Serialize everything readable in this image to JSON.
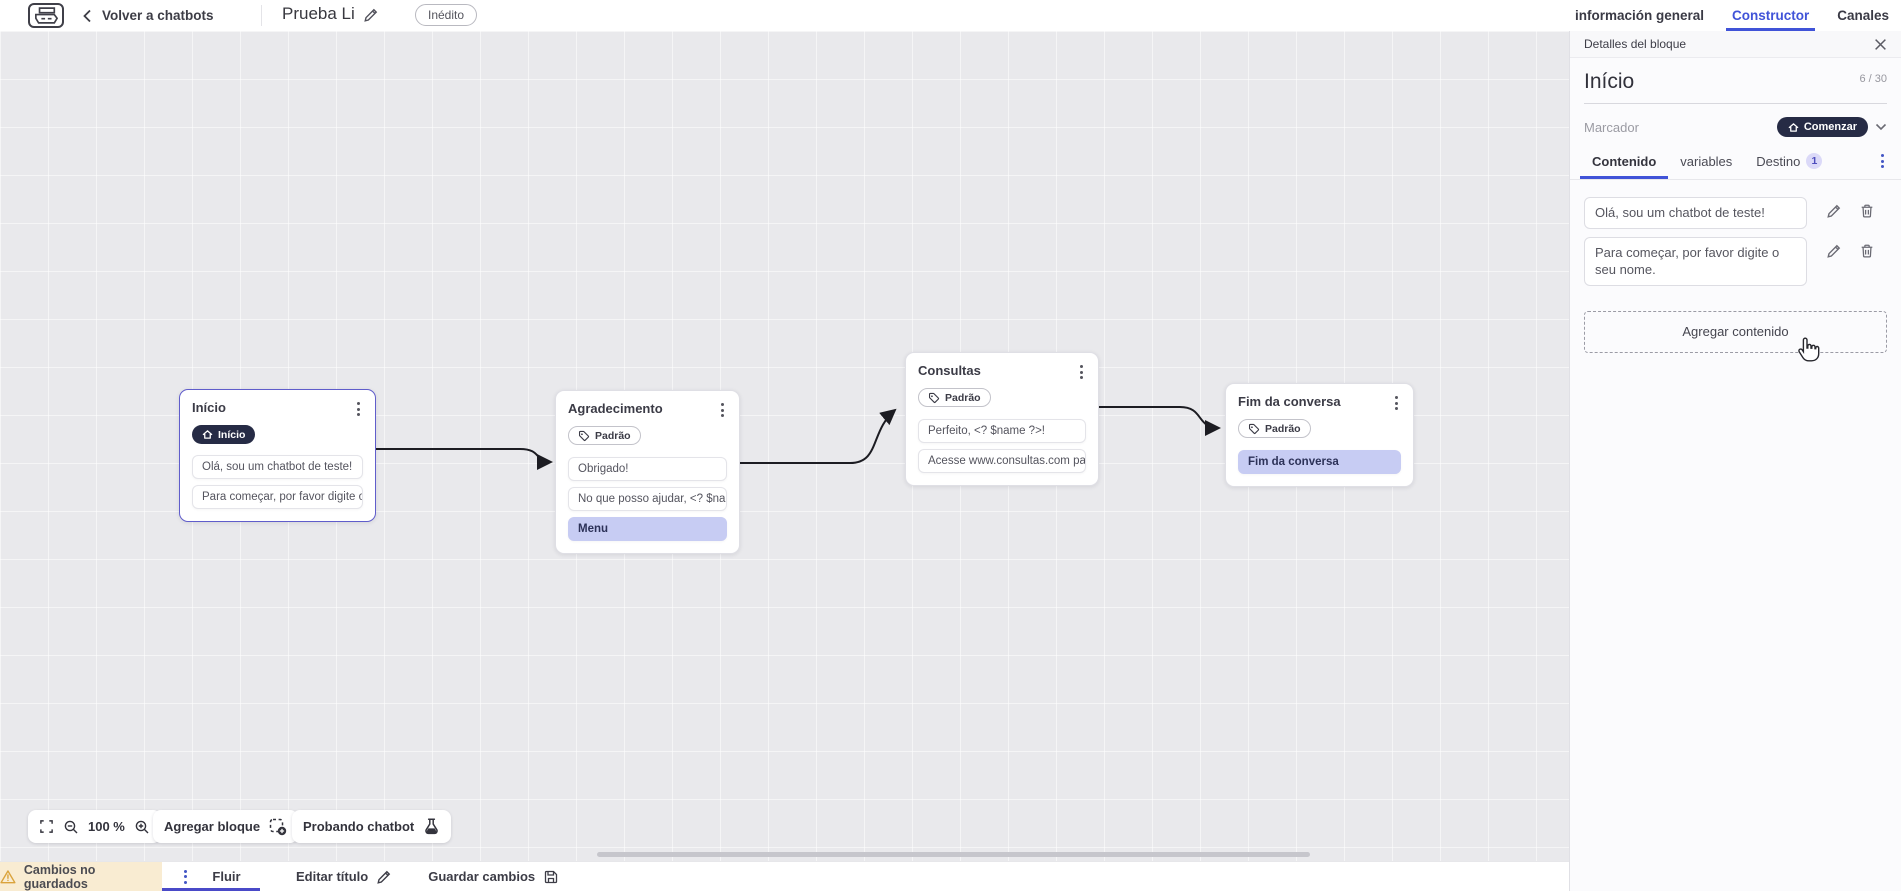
{
  "topbar": {
    "back_label": "Volver a chatbots",
    "title": "Prueba Li",
    "status_badge": "Inédito",
    "tabs": [
      {
        "label": "información general",
        "active": false
      },
      {
        "label": "Constructor",
        "active": true
      },
      {
        "label": "Canales",
        "active": false
      }
    ]
  },
  "canvas": {
    "zoom_level": "100 %",
    "add_block_label": "Agregar bloque",
    "test_chatbot_label": "Probando chatbot",
    "nodes": [
      {
        "title": "Início",
        "badge": "Início",
        "badge_icon": "home-icon",
        "selected": true,
        "rows": [
          {
            "text": "Olá, sou um chatbot de teste!"
          },
          {
            "text": "Para começar, por favor digite o ..."
          }
        ]
      },
      {
        "title": "Agradecimento",
        "badge": "Padrão",
        "badge_icon": "tag-icon",
        "rows": [
          {
            "text": "Obrigado!"
          },
          {
            "text": "No que posso ajudar, <? $name ..."
          },
          {
            "text": "Menu",
            "style": "action"
          }
        ]
      },
      {
        "title": "Consultas",
        "badge": "Padrão",
        "badge_icon": "tag-icon",
        "rows": [
          {
            "text": "Perfeito, <? $name ?>!"
          },
          {
            "text": "Acesse www.consultas.com par..."
          }
        ]
      },
      {
        "title": "Fim da conversa",
        "badge": "Padrão",
        "badge_icon": "tag-icon",
        "rows": [
          {
            "text": "Fim da conversa",
            "style": "action"
          }
        ]
      }
    ],
    "edges": [
      {
        "from": "Início",
        "to": "Agradecimento"
      },
      {
        "from": "Agradecimento",
        "to": "Consultas"
      },
      {
        "from": "Consultas",
        "to": "Fim da conversa"
      }
    ]
  },
  "panel": {
    "header": "Detalles del bloque",
    "block_name": "Início",
    "char_counter": "6 / 30",
    "marker_label": "Marcador",
    "marker_value": "Comenzar",
    "tabs": [
      {
        "label": "Contenido",
        "active": true
      },
      {
        "label": "variables",
        "active": false
      },
      {
        "label": "Destino",
        "active": false,
        "badge": "1"
      }
    ],
    "contents": [
      "Olá, sou um chatbot de teste!",
      "Para começar, por favor digite o seu nome."
    ],
    "add_content_label": "Agregar contenido"
  },
  "bottombar": {
    "unsaved_label": "Cambios no guardados",
    "flow_tab": "Fluir",
    "edit_title_label": "Editar título",
    "save_label": "Guardar cambios"
  },
  "colors": {
    "accent_blue": "#4053d8",
    "dark_pill": "#262b45",
    "lavender_row": "#c7ccf3",
    "selected_border": "#605dcb",
    "warning_bg": "#f9ecd2",
    "warning_icon": "#daa33c",
    "canvas_bg": "#e9e9ec"
  }
}
